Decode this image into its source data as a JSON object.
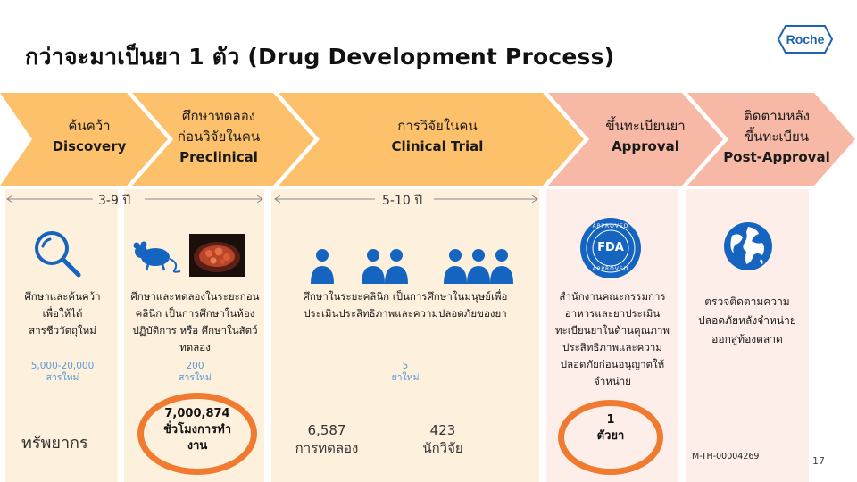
{
  "title": "กว่าจะมาเป็นยา 1 ตัว (Drug Development Process)",
  "logo": {
    "text": "Roche",
    "color": "#1e63ad"
  },
  "colors": {
    "orange_light": "#fcc16a",
    "orange": "#fbb45a",
    "salmon": "#f7b8a5",
    "accent": "#f07a30",
    "count_blue": "#5b9bd5",
    "icon_blue": "#1565c0"
  },
  "stages": [
    {
      "th": "ค้นคว้า",
      "en": "Discovery"
    },
    {
      "th1": "ศึกษาทดลอง",
      "th2": "ก่อนวิจัยในคน",
      "en": "Preclinical"
    },
    {
      "th": "การวิจัยในคน",
      "en": "Clinical Trial"
    },
    {
      "th": "ขึ้นทะเบียนยา",
      "en": "Approval"
    },
    {
      "th1": "ติดตามหลัง",
      "th2": "ขึ้นทะเบียน",
      "en": "Post-Approval"
    }
  ],
  "durations": {
    "early": "3-9 ปี",
    "clinical": "5-10 ปี"
  },
  "icons": {
    "discovery": "magnifier-icon",
    "preclinical_animal": "mouse-icon",
    "preclinical_photo": "petri-dish-photo",
    "clinical": "people-group-icon",
    "approval": "fda-approved-seal-icon",
    "post": "globe-icon"
  },
  "fda_seal": {
    "center": "FDA",
    "ring_top": "APPROVED",
    "ring_bottom": "APPROVED"
  },
  "descriptions": {
    "discovery": [
      "ศึกษาและค้นคว้า",
      "เพื่อให้ได้",
      "สารชีววัตถุใหม่"
    ],
    "preclinical": [
      "ศึกษาและทดลองในระยะก่อน",
      "คลินิก เป็นการศึกษาในห้อง",
      "ปฏิบัติการ หรือ ศึกษาในสัตว์",
      "ทดลอง"
    ],
    "clinical": [
      "ศึกษาในระยะคลินิก เป็นการศึกษาในมนุษย์เพื่อ",
      "ประเมินประสิทธิภาพและความปลอดภัยของยา"
    ],
    "approval": [
      "สำนักงานคณะกรรมการ",
      "อาหารและยาประเมิน",
      "ทะเบียนยาในด้านคุณภาพ",
      "ประสิทธิภาพและความ",
      "ปลอดภัยก่อนอนุญาตให้",
      "จำหน่าย"
    ],
    "post": [
      "ตรวจติดตามความ",
      "ปลอดภัยหลังจำหน่าย",
      "ออกสู่ท้องตลาด"
    ]
  },
  "counts": {
    "discovery": [
      "5,000-20,000",
      "สารใหม่"
    ],
    "preclinical": [
      "200",
      "สารใหม่"
    ],
    "clinical": [
      "5",
      "ยาใหม่"
    ]
  },
  "resources": {
    "label": "ทรัพยากร",
    "hours": [
      "7,000,874",
      "ชั่วโมงการทำ",
      "งาน"
    ],
    "trials": [
      "6,587",
      "การทดลอง"
    ],
    "researchers": [
      "423",
      "นักวิจัย"
    ],
    "drug": [
      "1",
      "ตัวยา"
    ]
  },
  "code": "M-TH-00004269",
  "page_number": "17"
}
